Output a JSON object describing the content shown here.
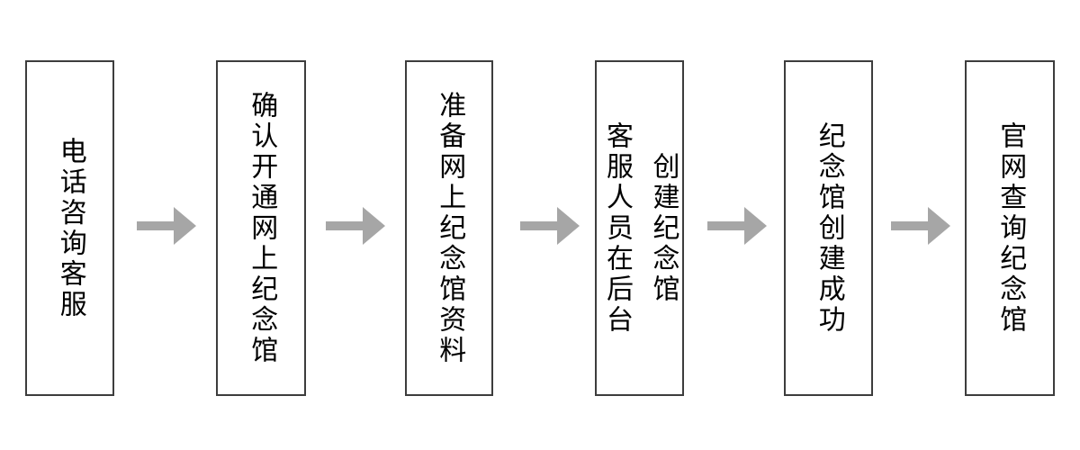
{
  "flowchart": {
    "steps": [
      {
        "label": "电话咨询客服",
        "lines": [
          "电话咨询客服"
        ]
      },
      {
        "label": "确认开通网上纪念馆",
        "lines": [
          "确认开通网上纪念馆"
        ]
      },
      {
        "label": "准备网上纪念馆资料",
        "lines": [
          "准备网上纪念馆资料"
        ]
      },
      {
        "label": "客服人员在后台创建纪念馆",
        "lines": [
          "客服人员在后台",
          "创建纪念馆"
        ]
      },
      {
        "label": "纪念馆创建成功",
        "lines": [
          "纪念馆创建成功"
        ]
      },
      {
        "label": "官网查询纪念馆",
        "lines": [
          "官网查询纪念馆"
        ]
      }
    ],
    "colors": {
      "background": "#ffffff",
      "box_fill": "#ffffff",
      "box_border": "#3d3d3d",
      "text": "#000000",
      "arrow": "#a6a6a6"
    }
  }
}
